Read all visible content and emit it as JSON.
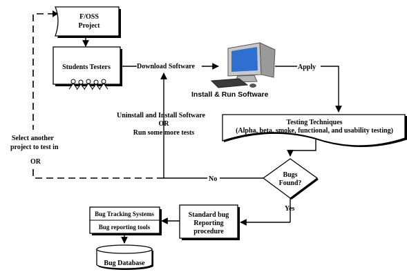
{
  "nodes": {
    "foss_project": [
      "F/OSS",
      "Project"
    ],
    "students_testers": "Students Testers",
    "install_run": "Install & Run Software",
    "testing_techniques": [
      "Testing Techniques",
      "(Alpha, beta, smoke, functional, and usability testing)"
    ],
    "bugs_found": [
      "Bugs",
      "Found?"
    ],
    "standard_bug": [
      "Standard bug",
      "Reporting",
      "procedure"
    ],
    "bug_tracking": "Bug Tracking Systems",
    "bug_reporting_tools": "Bug reporting tools",
    "bug_database": "Bug Database"
  },
  "edge_labels": {
    "download": "Download Software",
    "apply": "Apply",
    "no": "No",
    "yes": "Yes",
    "retest": [
      "Uninstall and Install Software",
      "OR",
      "Run some more tests"
    ],
    "select_another": [
      "Select another",
      "project to test in"
    ],
    "or": "OR"
  },
  "colors": {
    "monitor_screen": "#2f6fd0",
    "monitor_body": "#c9c9c9",
    "line": "#000000"
  }
}
